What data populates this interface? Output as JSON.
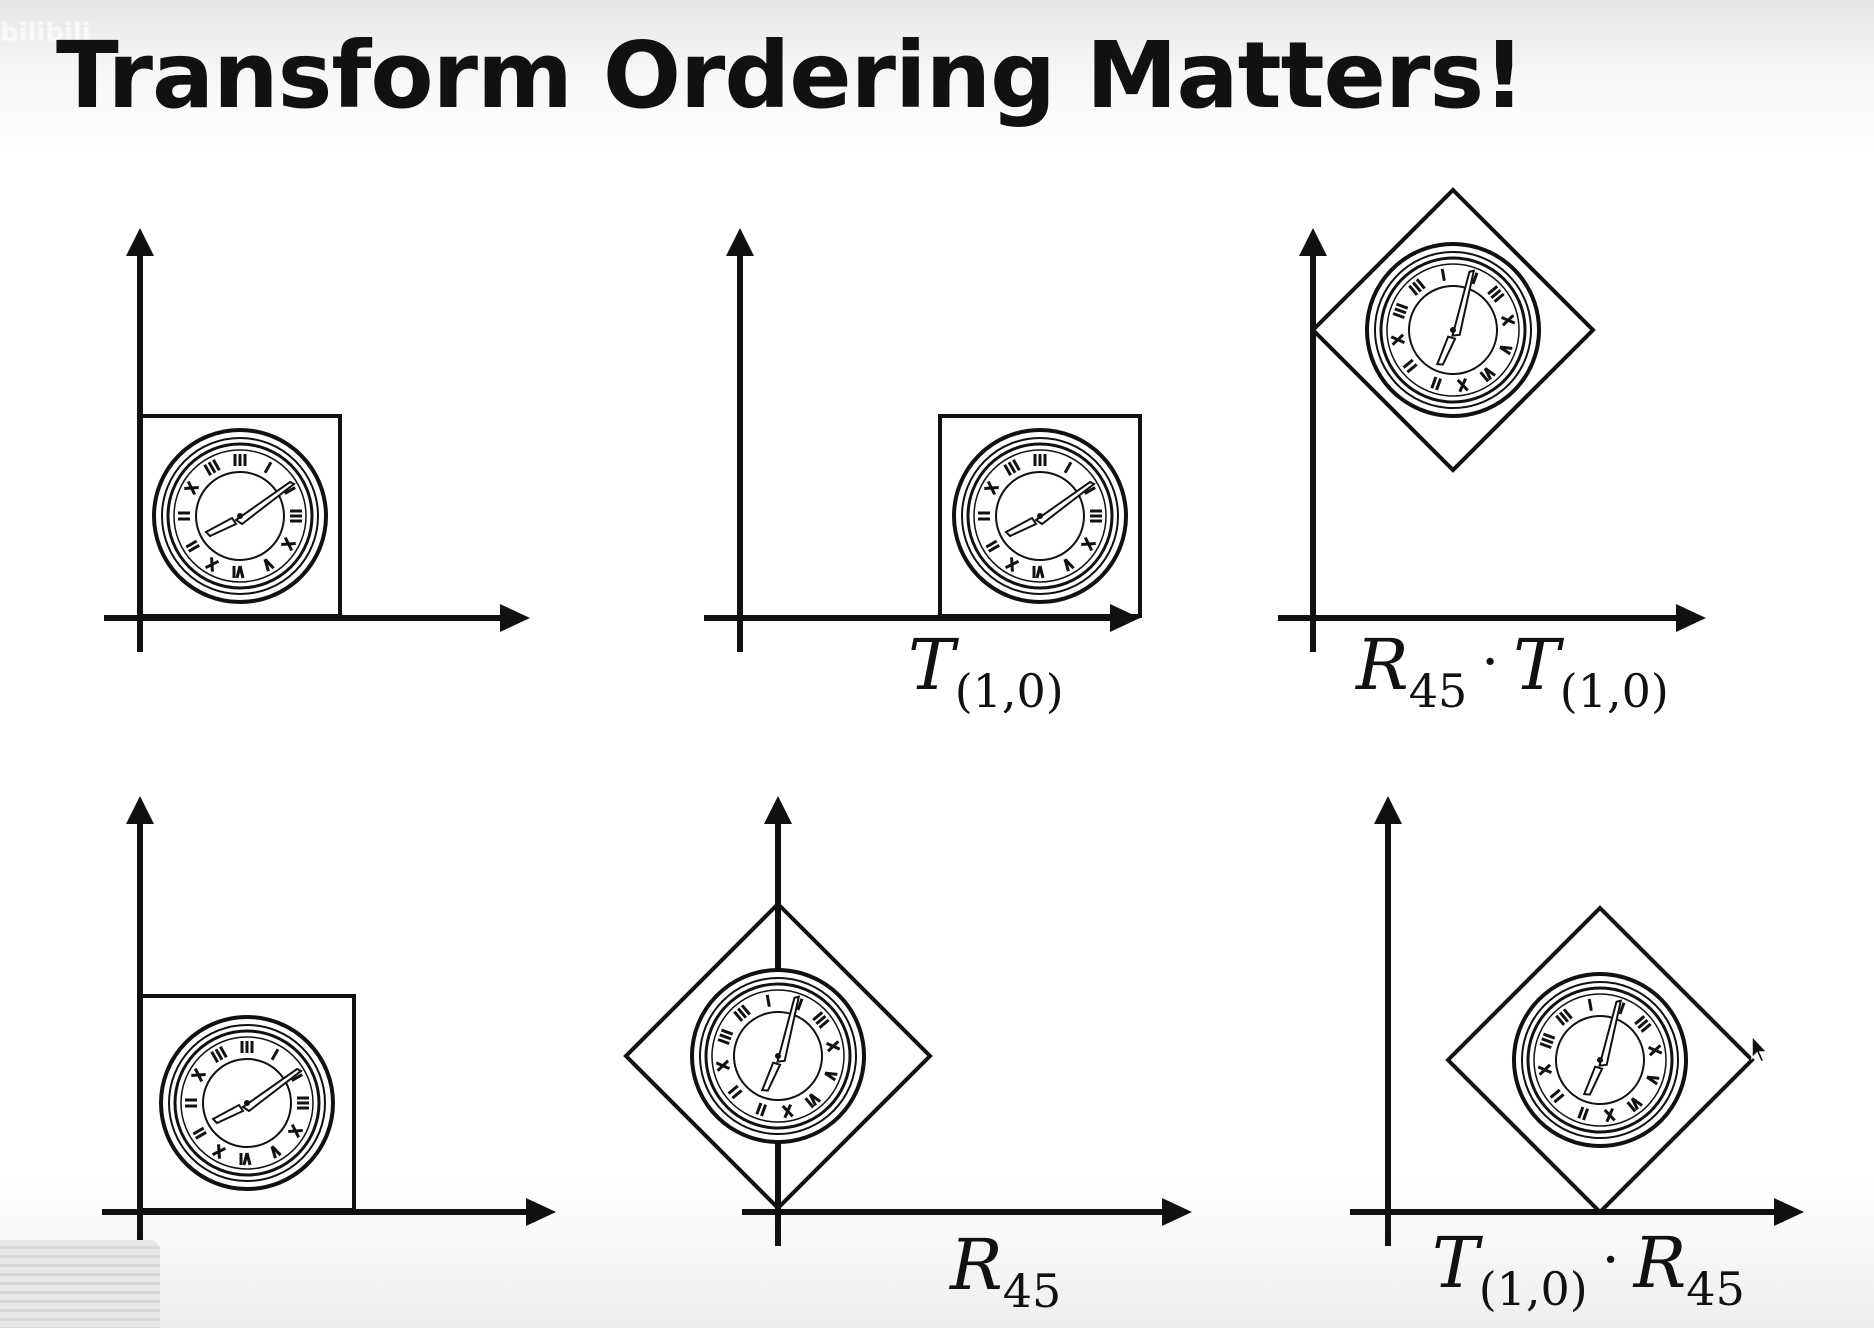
{
  "title": "Transform Ordering Matters!",
  "watermark": "bilibili",
  "labels": {
    "translate": {
      "main": "T",
      "sub": "(1,0)"
    },
    "rotate_translate": {
      "a": "R",
      "a_sub": "45",
      "op": "·",
      "b": "T",
      "b_sub": "(1,0)"
    },
    "rotate": {
      "main": "R",
      "sub": "45"
    },
    "translate_rotate": {
      "a": "T",
      "a_sub": "(1,0)",
      "op": "·",
      "b": "R",
      "b_sub": "45"
    }
  },
  "panels": [
    {
      "id": "original-top",
      "transform": "none"
    },
    {
      "id": "translated",
      "transform": "T(1,0)"
    },
    {
      "id": "translate-then-rotate",
      "transform": "R45 · T(1,0)"
    },
    {
      "id": "original-bottom",
      "transform": "none"
    },
    {
      "id": "rotated",
      "transform": "R45"
    },
    {
      "id": "rotate-then-translate",
      "transform": "T(1,0) · R45"
    }
  ]
}
